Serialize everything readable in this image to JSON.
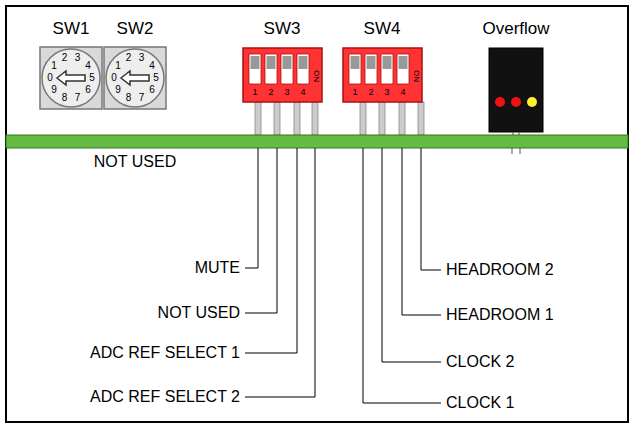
{
  "diagram": {
    "labels": [
      "SW1",
      "SW2",
      "SW3",
      "SW4",
      "Overflow",
      "0",
      "1",
      "2",
      "3",
      "4",
      "5",
      "6",
      "7",
      "8",
      "9",
      "0",
      "1",
      "2",
      "3",
      "4",
      "5",
      "6",
      "7",
      "8",
      "9",
      "1",
      "2",
      "3",
      "4",
      "ON",
      "1",
      "2",
      "3",
      "4",
      "ON",
      "NOT USED",
      "MUTE",
      "NOT USED",
      "ADC REF SELECT 1",
      "ADC REF SELECT 2",
      "HEADROOM 2",
      "HEADROOM 1",
      "CLOCK 2",
      "CLOCK 1"
    ]
  }
}
